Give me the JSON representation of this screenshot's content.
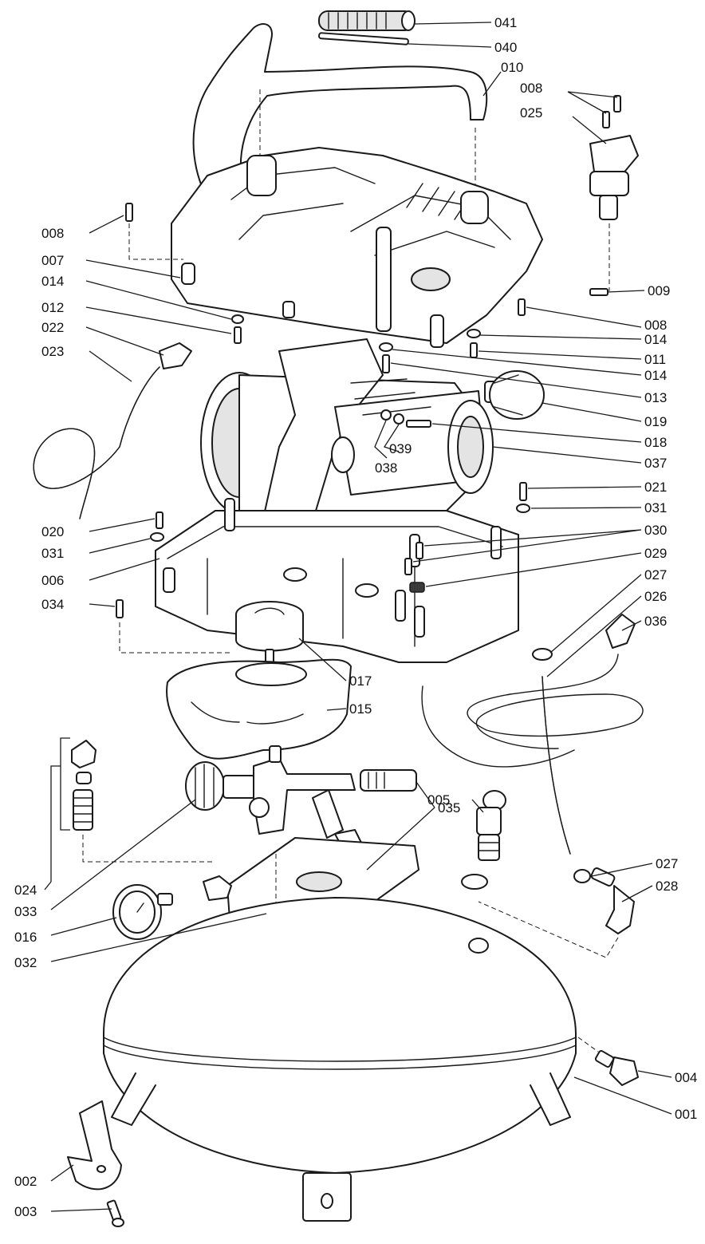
{
  "callouts": [
    {
      "id": "c041",
      "text": "041"
    },
    {
      "id": "c040",
      "text": "040"
    },
    {
      "id": "c010",
      "text": "010"
    },
    {
      "id": "c008a",
      "text": "008"
    },
    {
      "id": "c025",
      "text": "025"
    },
    {
      "id": "c008b",
      "text": "008"
    },
    {
      "id": "c007",
      "text": "007"
    },
    {
      "id": "c014a",
      "text": "014"
    },
    {
      "id": "c012",
      "text": "012"
    },
    {
      "id": "c022",
      "text": "022"
    },
    {
      "id": "c023",
      "text": "023"
    },
    {
      "id": "c009",
      "text": "009"
    },
    {
      "id": "c008c",
      "text": "008"
    },
    {
      "id": "c014b",
      "text": "014"
    },
    {
      "id": "c011",
      "text": "011"
    },
    {
      "id": "c014c",
      "text": "014"
    },
    {
      "id": "c013",
      "text": "013"
    },
    {
      "id": "c019",
      "text": "019"
    },
    {
      "id": "c018",
      "text": "018"
    },
    {
      "id": "c039",
      "text": "039"
    },
    {
      "id": "c037",
      "text": "037"
    },
    {
      "id": "c038",
      "text": "038"
    },
    {
      "id": "c021",
      "text": "021"
    },
    {
      "id": "c031a",
      "text": "031"
    },
    {
      "id": "c020",
      "text": "020"
    },
    {
      "id": "c031b",
      "text": "031"
    },
    {
      "id": "c030",
      "text": "030"
    },
    {
      "id": "c006",
      "text": "006"
    },
    {
      "id": "c029",
      "text": "029"
    },
    {
      "id": "c027a",
      "text": "027"
    },
    {
      "id": "c034",
      "text": "034"
    },
    {
      "id": "c026",
      "text": "026"
    },
    {
      "id": "c036",
      "text": "036"
    },
    {
      "id": "c017",
      "text": "017"
    },
    {
      "id": "c015",
      "text": "015"
    },
    {
      "id": "c005",
      "text": "005"
    },
    {
      "id": "c035",
      "text": "035"
    },
    {
      "id": "c027b",
      "text": "027"
    },
    {
      "id": "c028",
      "text": "028"
    },
    {
      "id": "c024",
      "text": "024"
    },
    {
      "id": "c033",
      "text": "033"
    },
    {
      "id": "c016",
      "text": "016"
    },
    {
      "id": "c032",
      "text": "032"
    },
    {
      "id": "c004",
      "text": "004"
    },
    {
      "id": "c001",
      "text": "001"
    },
    {
      "id": "c002",
      "text": "002"
    },
    {
      "id": "c003",
      "text": "003"
    }
  ]
}
